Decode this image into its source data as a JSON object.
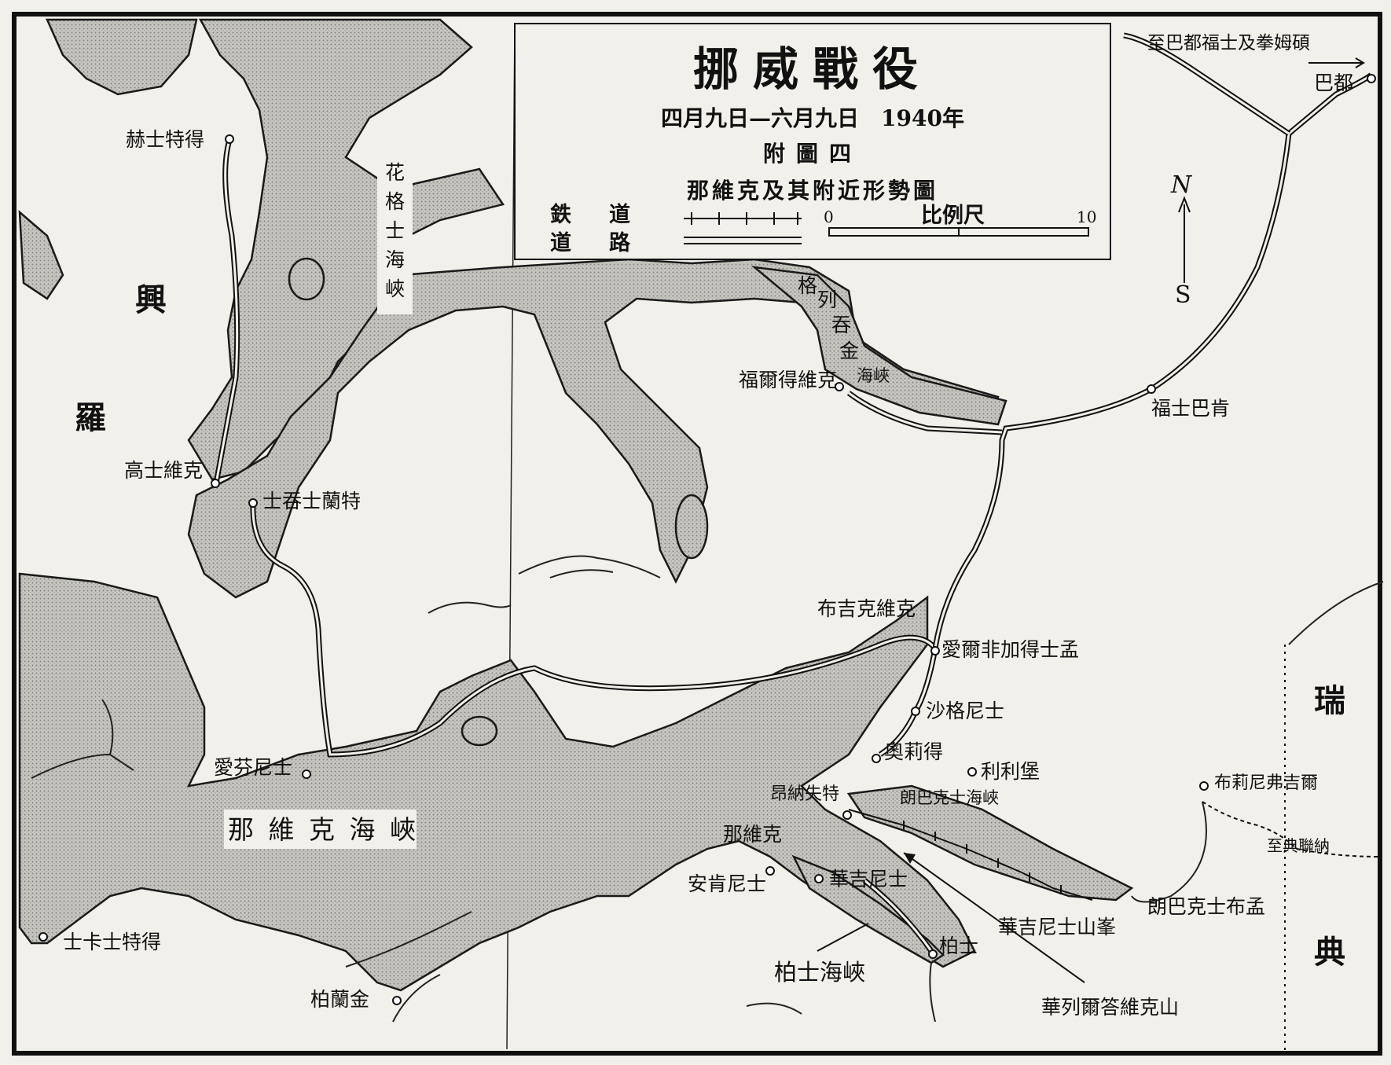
{
  "title": {
    "main": "挪威戰役",
    "dates": "四月九日—六月九日　1940年",
    "plate": "附圖四",
    "subtitle": "那維克及其附近形勢圖"
  },
  "legend": {
    "railway_label_1": "鉄",
    "railway_label_2": "道",
    "road_label_1": "道",
    "road_label_2": "路",
    "scale_label": "比例尺",
    "scale_start": "0",
    "scale_end": "10"
  },
  "north_arrow": {
    "letter": "N",
    "s_letter": "S"
  },
  "countries": {
    "norway_1": "興",
    "norway_2": "羅",
    "sweden_1": "瑞",
    "sweden_2": "典"
  },
  "water_labels": {
    "harstad_strait_1": "花",
    "harstad_strait_2": "格",
    "harstad_strait_3": "士",
    "harstad_strait_4": "海",
    "harstad_strait_5": "峽",
    "gratangen_1": "格",
    "gratangen_2": "列",
    "gratangen_3": "吞",
    "gratangen_4": "金",
    "gratangen_5": "海峽",
    "ofotfjord": "那 維 克 海 峽",
    "rombaks": "朗巴克士海峽",
    "beisfjord": "柏士海峽"
  },
  "places": {
    "harstad": "赫士特得",
    "kvaefjord": "高士維克",
    "lavangen": "士吞士蘭特",
    "evenes": "愛芬尼士",
    "skaanland": "士卡士特得",
    "ballangen": "柏蘭金",
    "bjerkvik": "布吉克維克",
    "elvegaardsmoen": "愛爾非加得士孟",
    "sjomannskolen": "沙格尼士",
    "oyjord": "奧莉得",
    "lillebo": "利利堡",
    "narvik": "那維克",
    "ankenes": "安肯尼士",
    "fagernes": "華吉尼士",
    "ornes": "昂納失特",
    "beisfjord_town": "柏士",
    "fagernes_mtn": "華吉尼士山峯",
    "haugfjell": "華列爾答維克山",
    "rombaksbotn": "朗巴克士布孟",
    "bjornfjell": "布莉尼弗吉爾",
    "sweden_dir": "至典聯納",
    "bardu_dir": "至巴都福士及拳姆碩",
    "bardu": "巴都",
    "fossbakken": "福士巴肯",
    "foldvik": "福爾得維克"
  }
}
